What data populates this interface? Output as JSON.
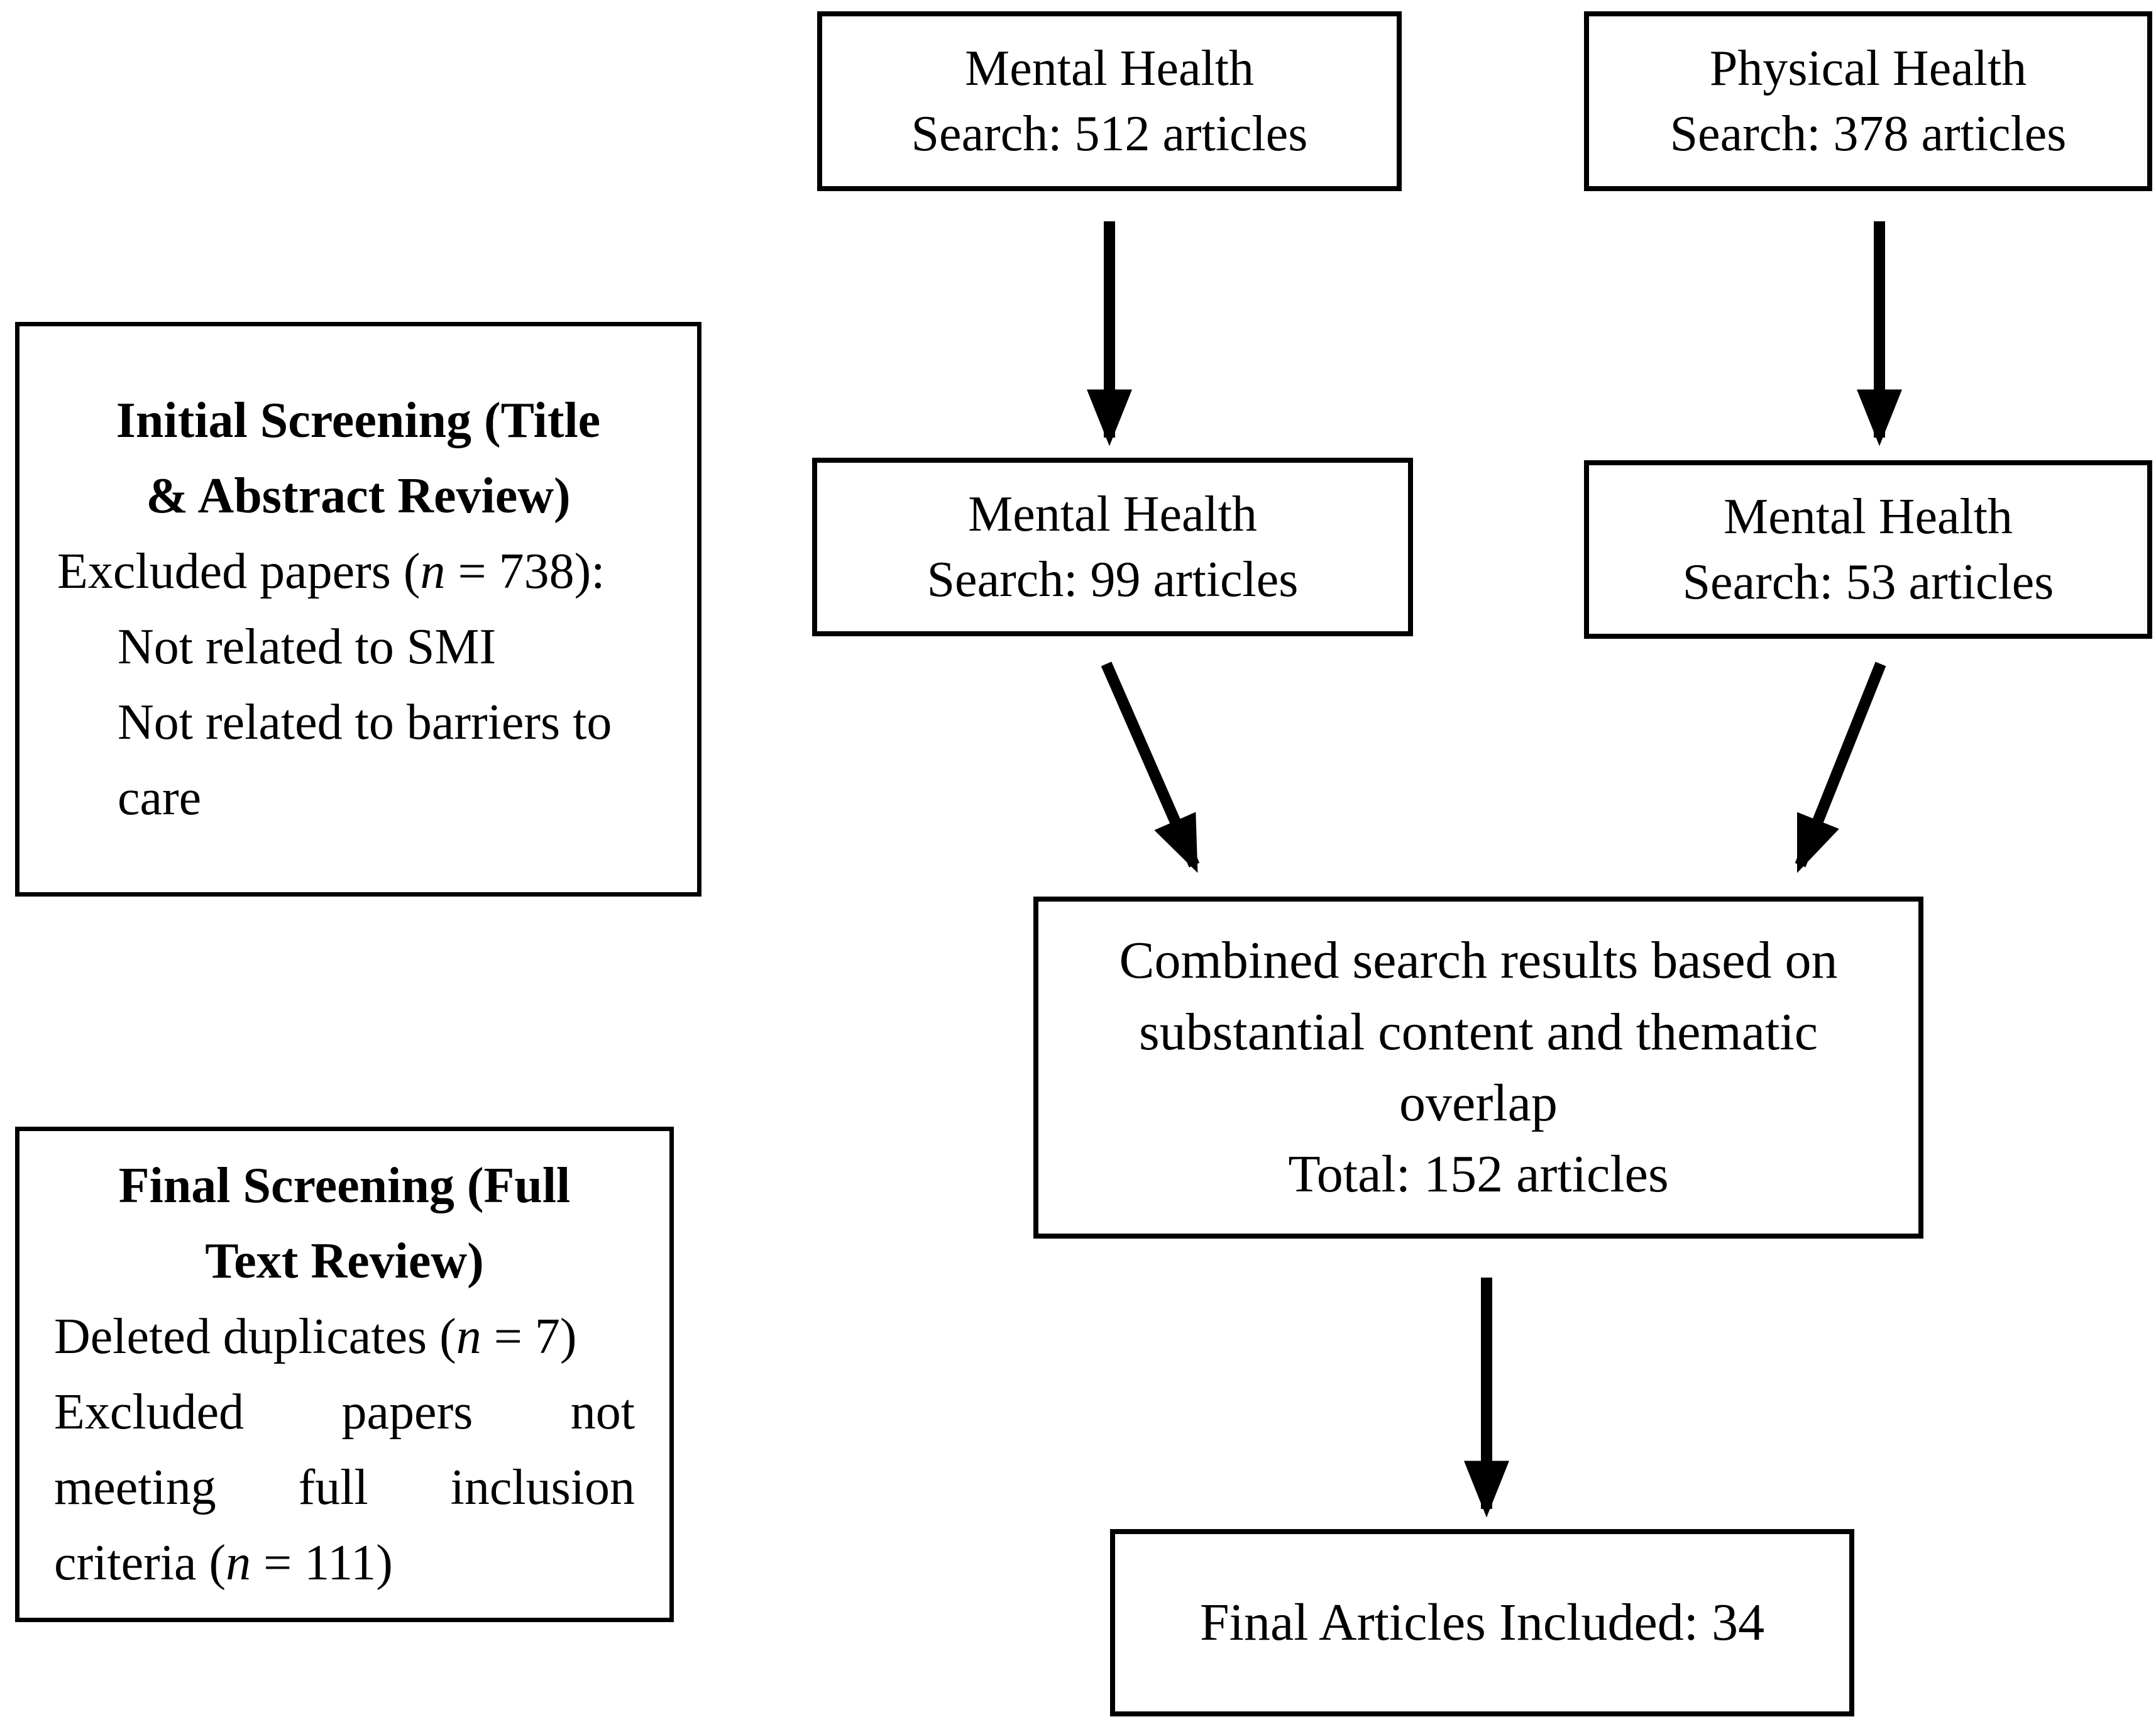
{
  "figure": {
    "background": "#ffffff",
    "line_color": "#000000",
    "boxes": {
      "mental_search": {
        "line1": "Mental Health",
        "line2": "Search: 512 articles"
      },
      "physical_search": {
        "line1": "Physical Health",
        "line2": "Search: 378 articles"
      },
      "mental_screened": {
        "line1": "Mental Health",
        "line2": "Search: 99 articles"
      },
      "physical_screened": {
        "line1": "Mental Health",
        "line2": "Search: 53 articles"
      },
      "combined": {
        "body": "Combined search results based on substantial content and thematic overlap",
        "total": "Total: 152 articles"
      },
      "final": {
        "text": "Final Articles Included: 34"
      }
    },
    "side_notes": {
      "initial_screening": {
        "title_line1": "Initial Screening (Title",
        "title_line2": "& Abstract Review)",
        "excluded_pre": "Excluded papers (",
        "excluded_var": "n",
        "excluded_post": " = 738):",
        "bullet1": "Not related to SMI",
        "bullet2": "Not related to barriers to care"
      },
      "final_screening": {
        "title_line1": "Final Screening (Full",
        "title_line2": "Text Review)",
        "deleted_pre": "Deleted duplicates (",
        "deleted_var": "n",
        "deleted_post": " = 7)",
        "excluded_pre": "Excluded",
        "excluded_mid1": "papers",
        "excluded_mid2": "not meeting full inclusion criteria (",
        "excluded_var": "n",
        "excluded_post": " = 111)"
      }
    }
  }
}
